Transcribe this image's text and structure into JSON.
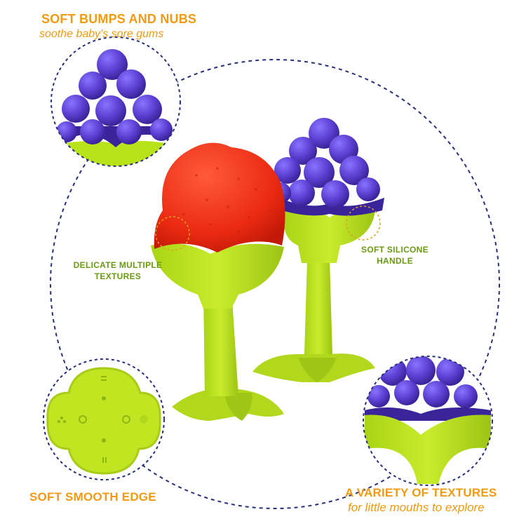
{
  "callouts": {
    "top_left": {
      "title": "SOFT BUMPS AND NUBS",
      "subtitle": "soothe baby's sore gums"
    },
    "bottom_left": {
      "title": "SOFT SMOOTH EDGE"
    },
    "bottom_right": {
      "title": "A VARIETY OF TEXTURES",
      "subtitle": "for little mouths to explore"
    }
  },
  "labels": {
    "left": [
      "DELICATE MULTIPLE",
      "TEXTURES"
    ],
    "right": [
      "SOFT SILICONE",
      "HANDLE"
    ]
  },
  "colors": {
    "accent_orange": "#f29a12",
    "label_green": "#6a9a12",
    "dashed_navy": "#2a2f7a",
    "lime": "#b8e21a",
    "lime_dark": "#9cc414",
    "grape_purple": "#5a3fd1",
    "grape_dark": "#3a2499",
    "strawberry_red": "#ea2a12"
  }
}
